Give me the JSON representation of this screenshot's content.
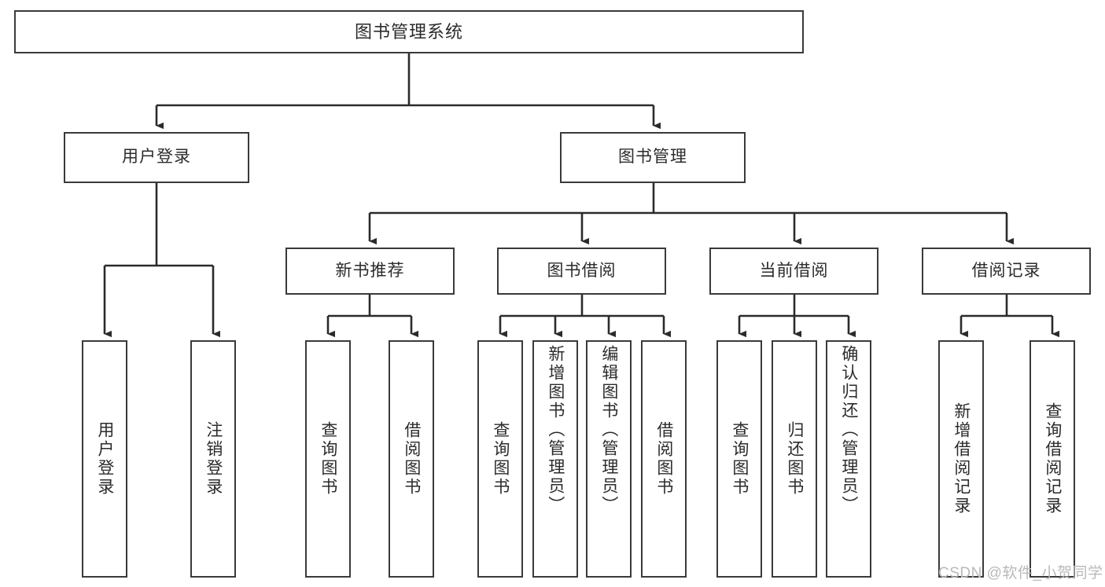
{
  "diagram": {
    "title": "图书管理系统",
    "type": "tree-hierarchy-diagram",
    "colors": {
      "box_border": "#3a3a3a",
      "box_fill": "#ffffff",
      "connector": "#2b2b2b",
      "text": "#2b2b2b",
      "watermark": "#b9b9b9",
      "background": "#ffffff"
    },
    "root": {
      "label": "图书管理系统"
    },
    "level1": [
      {
        "label": "用户登录"
      },
      {
        "label": "图书管理"
      }
    ],
    "level2": [
      {
        "label": "新书推荐"
      },
      {
        "label": "图书借阅"
      },
      {
        "label": "当前借阅"
      },
      {
        "label": "借阅记录"
      }
    ],
    "leaves": [
      {
        "label": "用户登录",
        "parent": "用户登录"
      },
      {
        "label": "注销登录",
        "parent": "用户登录"
      },
      {
        "label": "查询图书",
        "parent": "新书推荐"
      },
      {
        "label": "借阅图书",
        "parent": "新书推荐"
      },
      {
        "label": "查询图书",
        "parent": "图书借阅"
      },
      {
        "label": "新增图书（管理员）",
        "parent": "图书借阅"
      },
      {
        "label": "编辑图书（管理员）",
        "parent": "图书借阅"
      },
      {
        "label": "借阅图书",
        "parent": "图书借阅"
      },
      {
        "label": "查询图书",
        "parent": "当前借阅"
      },
      {
        "label": "归还图书",
        "parent": "当前借阅"
      },
      {
        "label": "确认归还（管理员）",
        "parent": "当前借阅"
      },
      {
        "label": "新增借阅记录",
        "parent": "借阅记录"
      },
      {
        "label": "查询借阅记录",
        "parent": "借阅记录"
      }
    ],
    "watermark": "CSDN @软件_小贺同学"
  }
}
